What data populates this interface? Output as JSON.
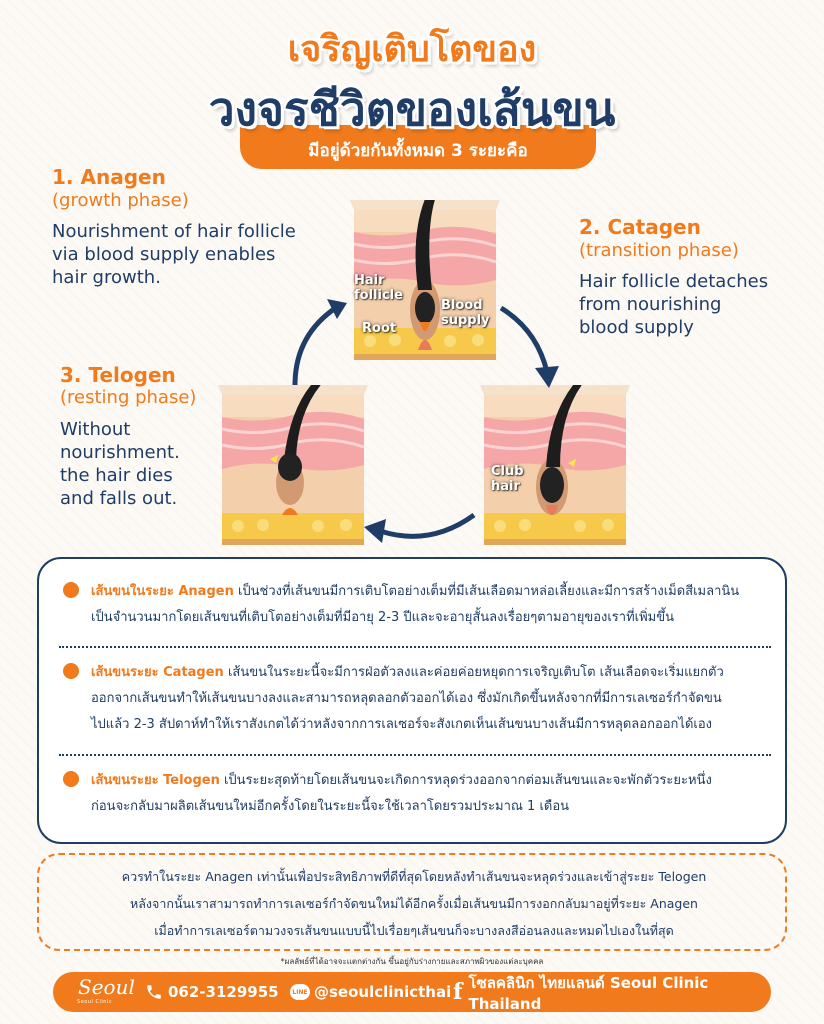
{
  "header": {
    "title_line1": "เจริญเติบโตของ",
    "title_line2": "วงจรชีวิตของเส้นขน",
    "subtitle": "มีอยู่ด้วยกันทั้งหมด 3 ระยะคือ"
  },
  "phases": [
    {
      "title": "1. Anagen",
      "sub": "(growth phase)",
      "desc": [
        "Nourishment of hair follicle",
        "via blood supply enables",
        "hair growth."
      ]
    },
    {
      "title": "2. Catagen",
      "sub": "(transition phase)",
      "desc": [
        "Hair follicle detaches",
        "from nourishing",
        "blood supply"
      ]
    },
    {
      "title": "3. Telogen",
      "sub": "(resting phase)",
      "desc": [
        "Without",
        "nourishment.",
        "the hair dies",
        "and falls out."
      ]
    }
  ],
  "diagram_labels": {
    "hair_follicle": [
      "Hair",
      "follicle"
    ],
    "blood_supply": [
      "Blood",
      "supply"
    ],
    "root": "Root",
    "club_hair": [
      "Club",
      "hair"
    ]
  },
  "info": [
    {
      "head": "เส้นขนในระยะ Anagen",
      "lines": [
        " เป็นช่วงที่เส้นขนมีการเติบโตอย่างเต็มที่มีเส้นเลือดมาหล่อเลี้ยงและมีการสร้างเม็ดสีเมลานิน",
        "เป็นจำนวนมากโดยเส้นขนที่เติบโตอย่างเต็มที่มีอายุ 2-3 ปีและจะอายุสั้นลงเรื่อยๆตามอายุของเราที่เพิ่มขึ้น"
      ]
    },
    {
      "head": "เส้นขนระยะ Catagen",
      "lines": [
        " เส้นขนในระยะนี้จะมีการฝ่อตัวลงและค่อยค่อยหยุดการเจริญเติบโต เส้นเลือดจะเริ่มแยกตัว",
        "ออกจากเส้นขนทำให้เส้นขนบางลงและสามารถหลุดลอกตัวออกได้เอง ซึ่งมักเกิดขึ้นหลังจากที่มีการเลเซอร์กำจัดขน",
        "ไปแล้ว 2-3 สัปดาห์ทำให้เราสังเกตได้ว่าหลังจากการเลเซอร์จะสังเกตเห็นเส้นขนบางเส้นมีการหลุดลอกออกได้เอง"
      ]
    },
    {
      "head": "เส้นขนระยะ Telogen",
      "lines": [
        " เป็นระยะสุดท้ายโดยเส้นขนจะเกิดการหลุดร่วงออกจากต่อมเส้นขนและจะพักตัวระยะหนึ่ง",
        "ก่อนจะกลับมาผลิตเส้นขนใหม่อีกครั้งโดยในระยะนี้จะใช้เวลาโดยรวมประมาณ 1 เดือน"
      ]
    }
  ],
  "tip": [
    "ควรทำในระยะ Anagen เท่านั้นเพื่อประสิทธิภาพที่ดีที่สุดโดยหลังทำเส้นขนจะหลุดร่วงและเข้าสู่ระยะ Telogen",
    "หลังจากนั้นเราสามารถทำการเลเซอร์กำจัดขนใหม่ได้อีกครั้งเมื่อเส้นขนมีการงอกกลับมาอยู่ที่ระยะ Anagen",
    "เมื่อทำการเลเซอร์ตามวงจรเส้นขนแบบนี้ไปเรื่อยๆเส้นขนก็จะบางลงสีอ่อนลงและหมดไปเองในที่สุด"
  ],
  "disclaimer": "*ผลลัพธ์ที่ได้อาจจะแตกต่างกัน ขึ้นอยู่กับร่างกายและสภาพผิวของแต่ละบุคคล",
  "footer": {
    "logo": "Seoul",
    "logo_sub": "Seoul Clinic",
    "phone": "062-3129955",
    "line_label": "LINE",
    "line_id": "@seoulclinicthai",
    "facebook": "โซลคลินิก ไทยแลนด์ Seoul Clinic Thailand"
  },
  "colors": {
    "orange": "#f07a1c",
    "navy": "#1f3d66"
  }
}
